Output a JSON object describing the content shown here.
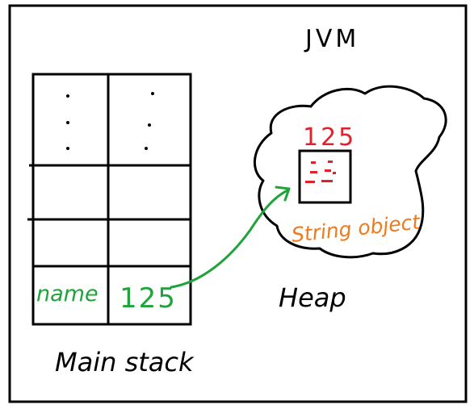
{
  "jvm_label": "JVM",
  "stack": {
    "label": "Main stack",
    "top_left_dots": ":",
    "variable_name": "name",
    "variable_value": "125"
  },
  "heap": {
    "label": "Heap",
    "object_value": "125",
    "object_label": "String object",
    "object_content": "::"
  },
  "colors": {
    "outline": "#000000",
    "reference_arrow": "#1fa33a",
    "object_value": "#e0202a",
    "object_label": "#f07a1c"
  }
}
